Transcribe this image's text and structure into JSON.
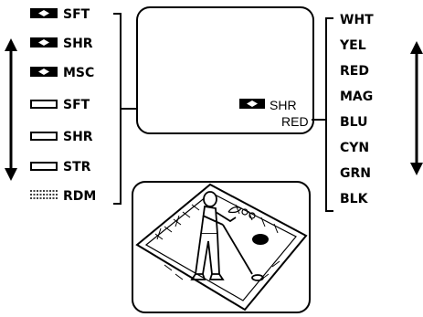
{
  "left_modes": [
    {
      "icon": "filled-box-icon",
      "label": "SFT"
    },
    {
      "icon": "filled-box-icon",
      "label": "SHR"
    },
    {
      "icon": "filled-box-icon",
      "label": "MSC"
    },
    {
      "icon": "outline-box-icon",
      "label": "SFT"
    },
    {
      "icon": "outline-box-icon",
      "label": "SHR"
    },
    {
      "icon": "outline-box-icon",
      "label": "STR"
    },
    {
      "icon": "dotted-box-icon",
      "label": "RDM"
    }
  ],
  "colors": [
    "WHT",
    "YEL",
    "RED",
    "MAG",
    "BLU",
    "CYN",
    "GRN",
    "BLK"
  ],
  "screen_readout": {
    "mode_label": "SHR",
    "color_label": "RED"
  },
  "illustration": {
    "subject": "golfer-putting-icon"
  }
}
